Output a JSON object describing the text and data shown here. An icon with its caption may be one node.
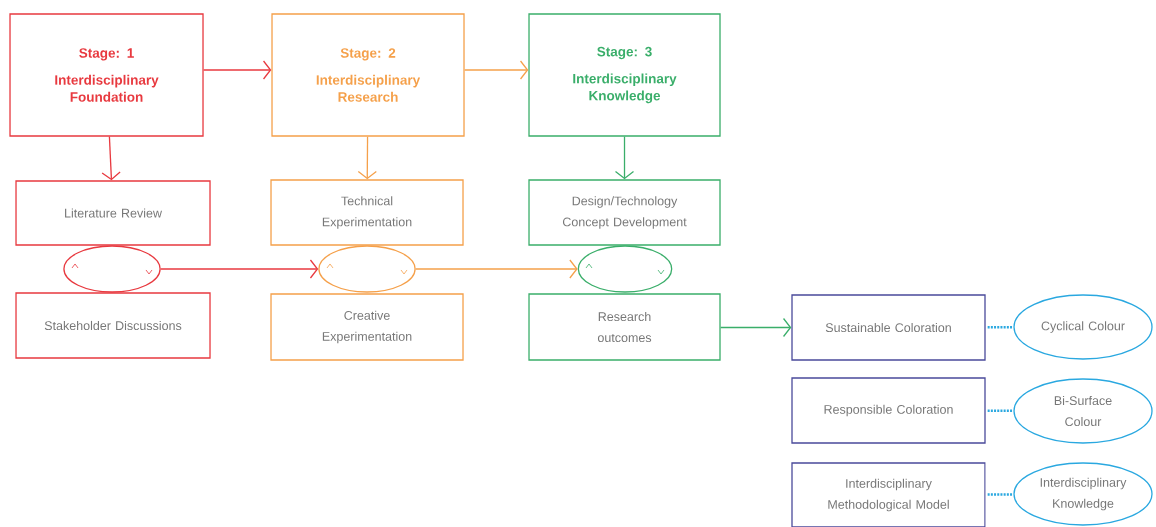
{
  "diagram": {
    "nodes": [
      {
        "text": [
          "Stage: 1",
          "Interdisciplinary Foundation"
        ]
      },
      {
        "text": [
          "Stage: 2",
          "Interdisciplinary Research"
        ]
      },
      {
        "text": [
          "Stage: 3",
          "Interdisciplinary Knowledge"
        ]
      },
      {
        "text": [
          "Literature Review"
        ]
      },
      {
        "text": [
          "Technical Experimentation"
        ]
      },
      {
        "text": [
          "Design/Technology Concept Development"
        ]
      },
      {
        "text": [],
        "shape": "circle"
      },
      {
        "text": [],
        "shape": "circle"
      },
      {
        "text": [],
        "shape": "circle"
      },
      {
        "text": [
          "Stakeholder Discussions"
        ]
      },
      {
        "text": [
          "Creative Experimentation"
        ]
      },
      {
        "text": [
          "Research outcomes"
        ]
      },
      {
        "text": [
          "Sustainable Coloration"
        ]
      },
      {
        "text": [
          "Cyclical Colour"
        ]
      },
      {
        "text": [
          "Responsible Coloration"
        ]
      },
      {
        "text": [
          "Bi-Surface Colour"
        ]
      },
      {
        "text": [
          "Interdisciplinary Methodological Model"
        ]
      },
      {
        "text": [
          "Interdisciplinary Knowledge"
        ]
      }
    ],
    "edges": [
      {
        "from": 0,
        "to": 1,
        "arrow": "to",
        "color": "#e8393f"
      },
      {
        "from": 1,
        "to": 2,
        "arrow": "to",
        "color": "#f5a04a"
      },
      {
        "from": 0,
        "to": 3,
        "arrow": "to",
        "color": "#e8393f"
      },
      {
        "from": 1,
        "to": 4,
        "arrow": "to",
        "color": "#f5a04a"
      },
      {
        "from": 2,
        "to": 5,
        "arrow": "to",
        "color": "#3aae6a"
      },
      {
        "from": 6,
        "to": 7,
        "arrow": "to",
        "color": "#e8393f"
      },
      {
        "from": 7,
        "to": 8,
        "arrow": "to",
        "color": "#f5a04a"
      },
      {
        "from": 11,
        "to": 12,
        "arrow": "to",
        "color": "#3aae6a"
      },
      {
        "from": 12,
        "to": 13,
        "arrow": "none",
        "style": "dashed",
        "color": "#2aa8e0"
      },
      {
        "from": 14,
        "to": 15,
        "arrow": "none",
        "style": "dashed",
        "color": "#2aa8e0"
      },
      {
        "from": 16,
        "to": 17,
        "arrow": "none",
        "style": "dashed",
        "color": "#2aa8e0"
      }
    ]
  }
}
